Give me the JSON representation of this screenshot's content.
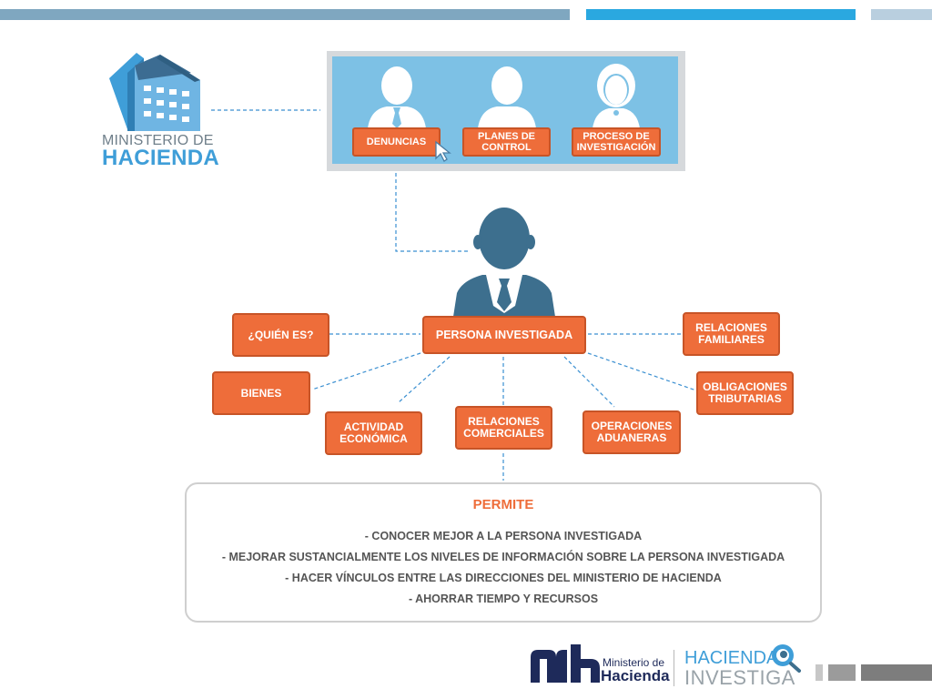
{
  "colors": {
    "accent": "#ee6d3a",
    "blue": "#3f9ed8",
    "panel": "#7dc1e5",
    "person": "#3d6f8e"
  },
  "logo": {
    "line1": "MINISTERIO DE",
    "line2": "HACIENDA"
  },
  "panel": {
    "buttons": [
      "DENUNCIAS",
      "PLANES DE\nCONTROL",
      "PROCESO DE\nINVESTIGACIÓN"
    ]
  },
  "center": {
    "label": "PERSONA INVESTIGADA"
  },
  "nodes": {
    "quien": "¿QUIÉN ES?",
    "bienes": "BIENES",
    "actividad": "ACTIVIDAD\nECONÓMICA",
    "comerciales": "RELACIONES\nCOMERCIALES",
    "aduaneras": "OPERACIONES\nADUANERAS",
    "familiares": "RELACIONES\nFAMILIARES",
    "tributarias": "OBLIGACIONES\nTRIBUTARIAS"
  },
  "permite": {
    "title": "PERMITE",
    "lines": [
      "- CONOCER MEJOR A LA PERSONA INVESTIGADA",
      "- MEJORAR SUSTANCIALMENTE LOS NIVELES DE INFORMACIÓN SOBRE LA PERSONA INVESTIGADA",
      "- HACER VÍNCULOS ENTRE LAS DIRECCIONES DEL MINISTERIO DE HACIENDA",
      "- AHORRAR TIEMPO Y RECURSOS"
    ]
  },
  "footer": {
    "mh_line1": "Ministerio de",
    "mh_line2": "Hacienda",
    "hi_line1": "HACIENDA",
    "hi_line2": "INVESTIGA"
  }
}
